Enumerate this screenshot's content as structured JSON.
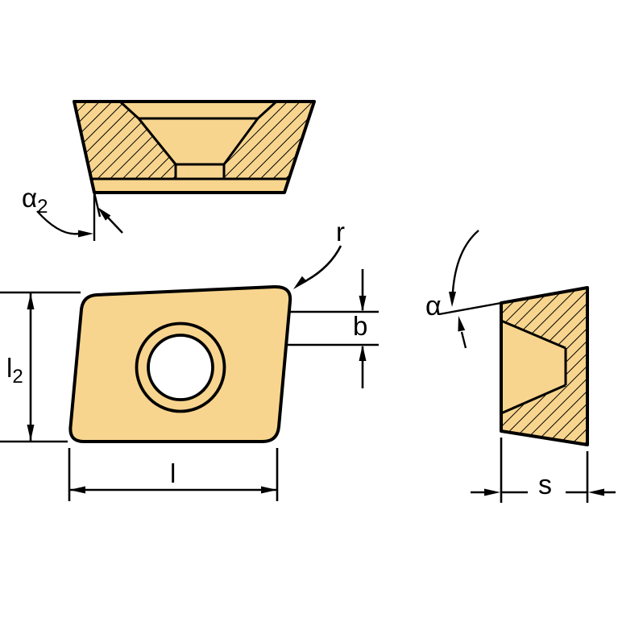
{
  "colors": {
    "insert": "#F8D58E",
    "hole": "#FFFFFF",
    "line": "#000000",
    "background": "#FFFFFF"
  },
  "dimension_labels": {
    "alpha2": {
      "base": "α",
      "sub": "2"
    },
    "r": "r",
    "b": "b",
    "l2": {
      "base": "l",
      "sub": "2"
    },
    "l": "l",
    "alpha": "α",
    "s": "s"
  }
}
